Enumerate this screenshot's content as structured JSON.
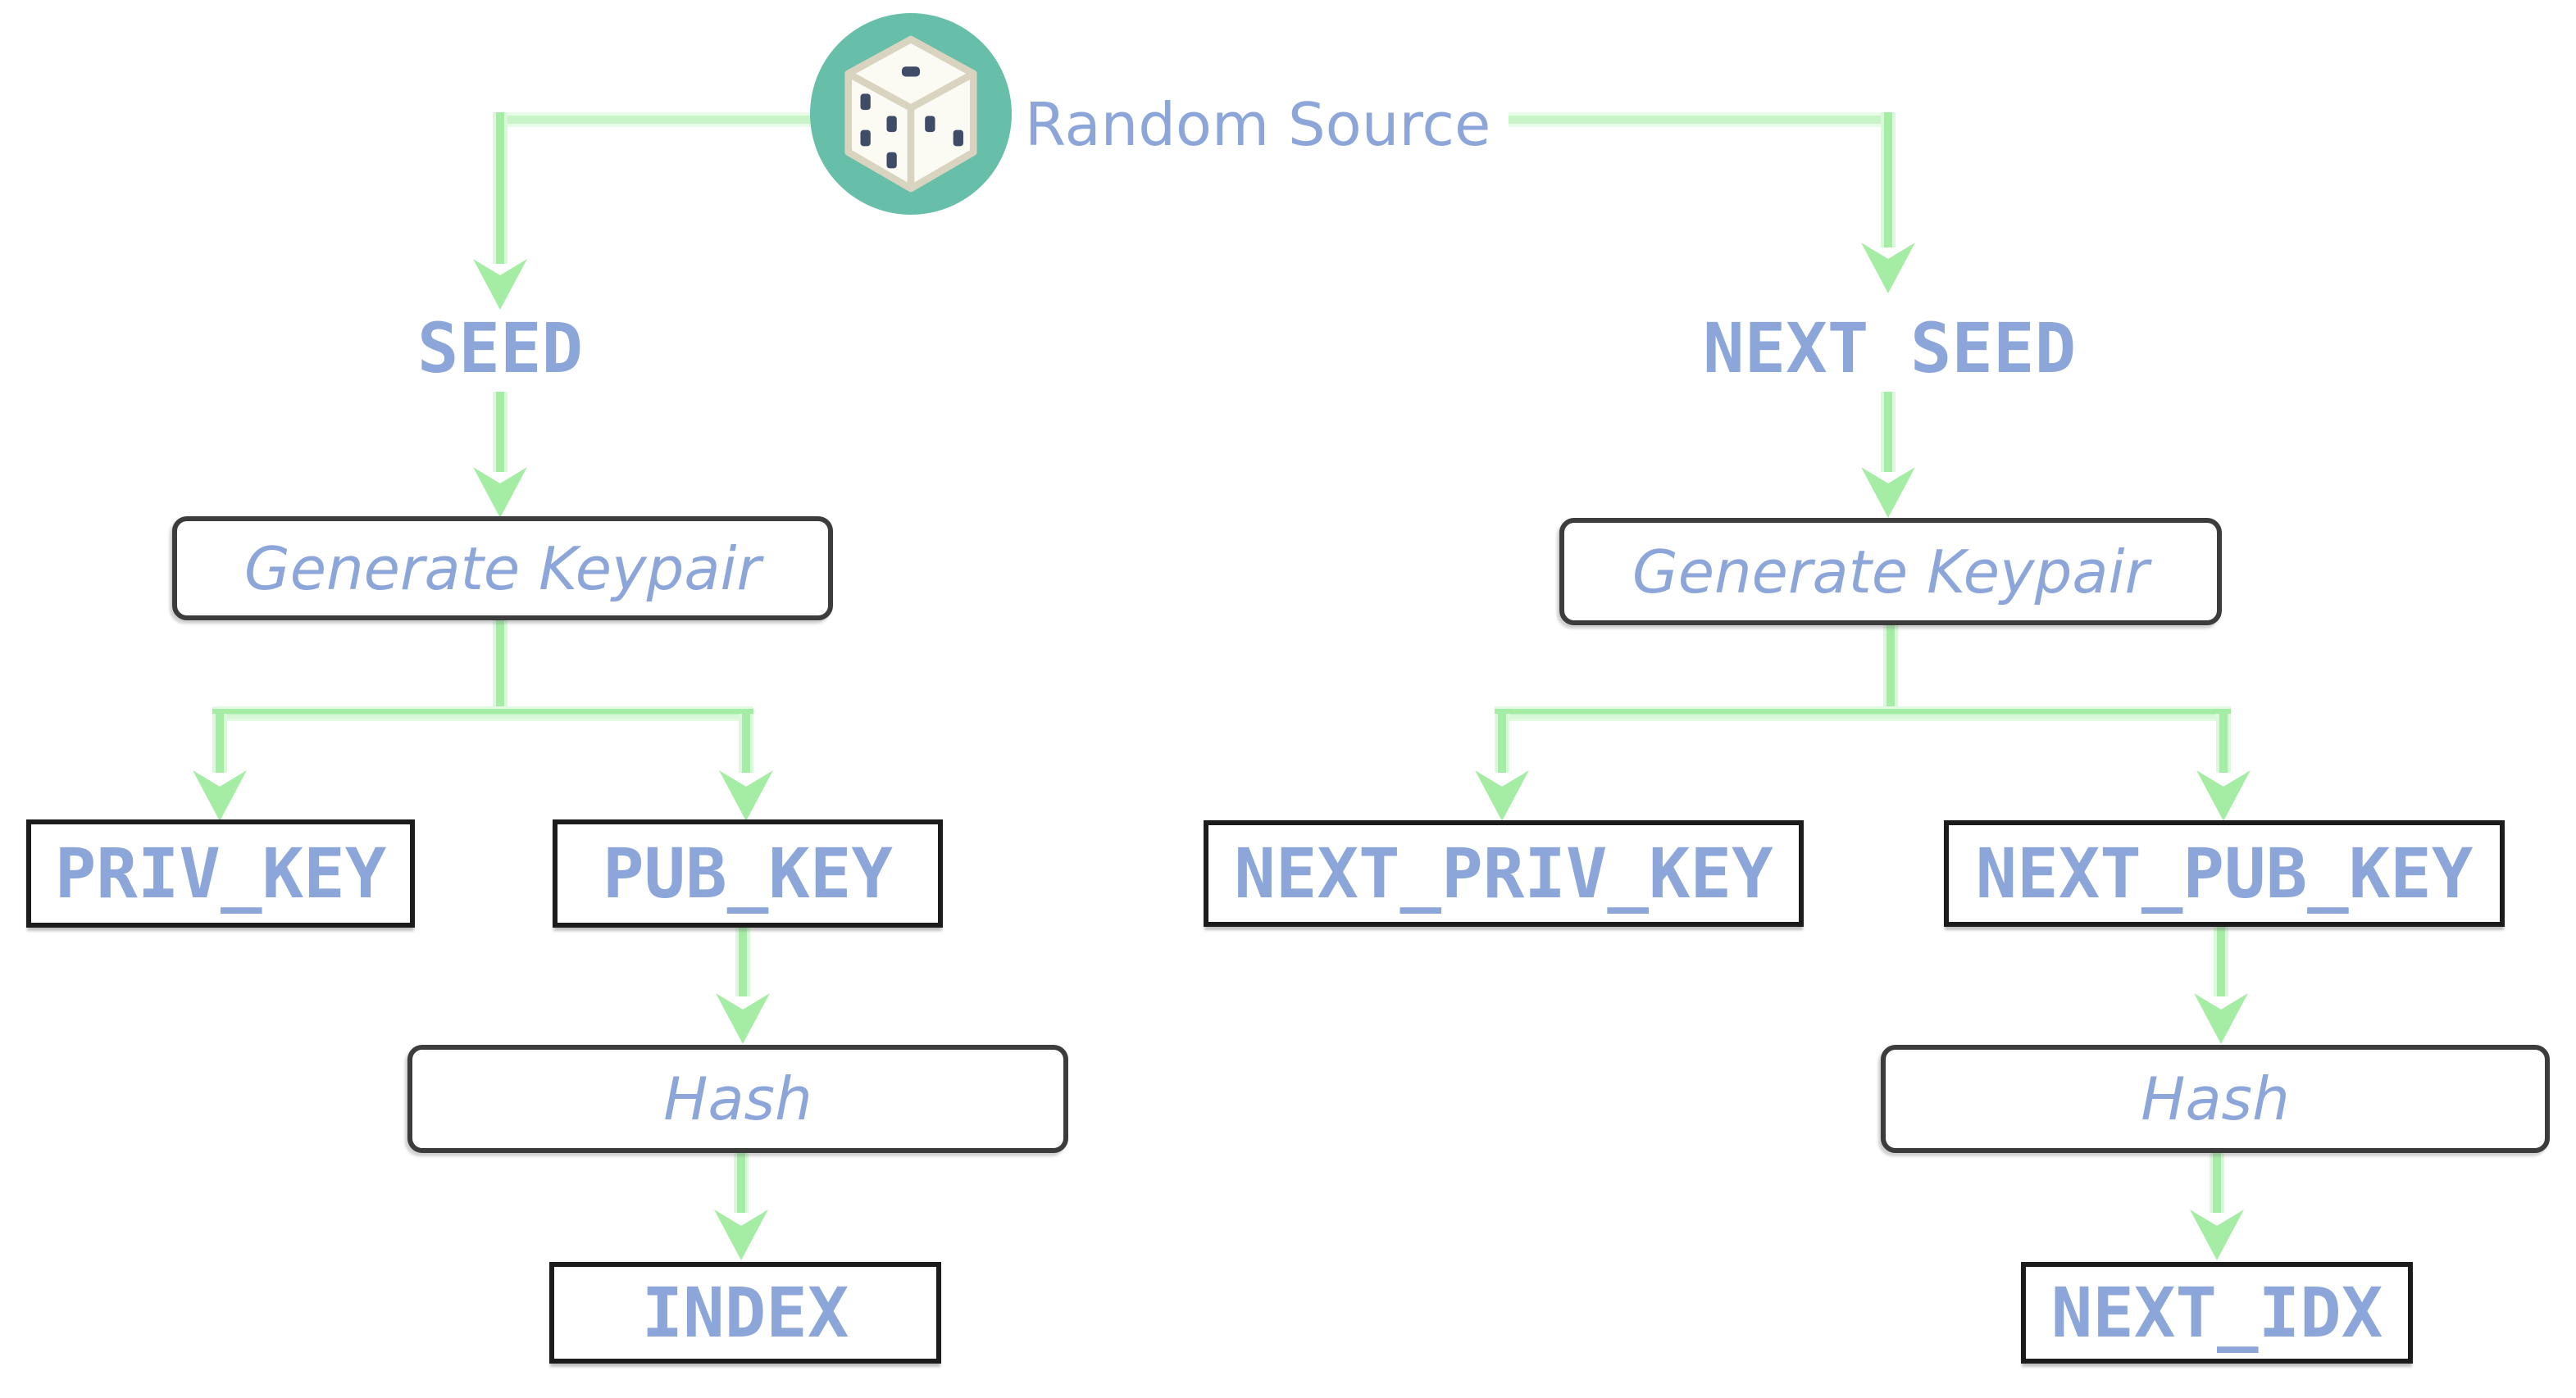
{
  "diagram": {
    "source": {
      "label": "Random Source",
      "icon": "dice-icon"
    },
    "left_branch": {
      "seed_label": "SEED",
      "process1": "Generate Keypair",
      "private_key": "PRIV_KEY",
      "public_key": "PUB_KEY",
      "process2": "Hash",
      "output": "INDEX"
    },
    "right_branch": {
      "seed_label": "NEXT SEED",
      "process1": "Generate Keypair",
      "private_key": "NEXT_PRIV_KEY",
      "public_key": "NEXT_PUB_KEY",
      "process2": "Hash",
      "output": "NEXT_IDX"
    },
    "colors": {
      "arrow_green": "#A5EDA5",
      "arrow_green_light": "#DCF8DC",
      "label_blue": "#8CA6D9",
      "icon_teal": "#68BFA9",
      "key_box_border": "#1C1C1C",
      "process_box_border": "#3C3C3C",
      "dice_pip": "#3F4C68",
      "dice_edge": "#D9D4C0"
    }
  }
}
